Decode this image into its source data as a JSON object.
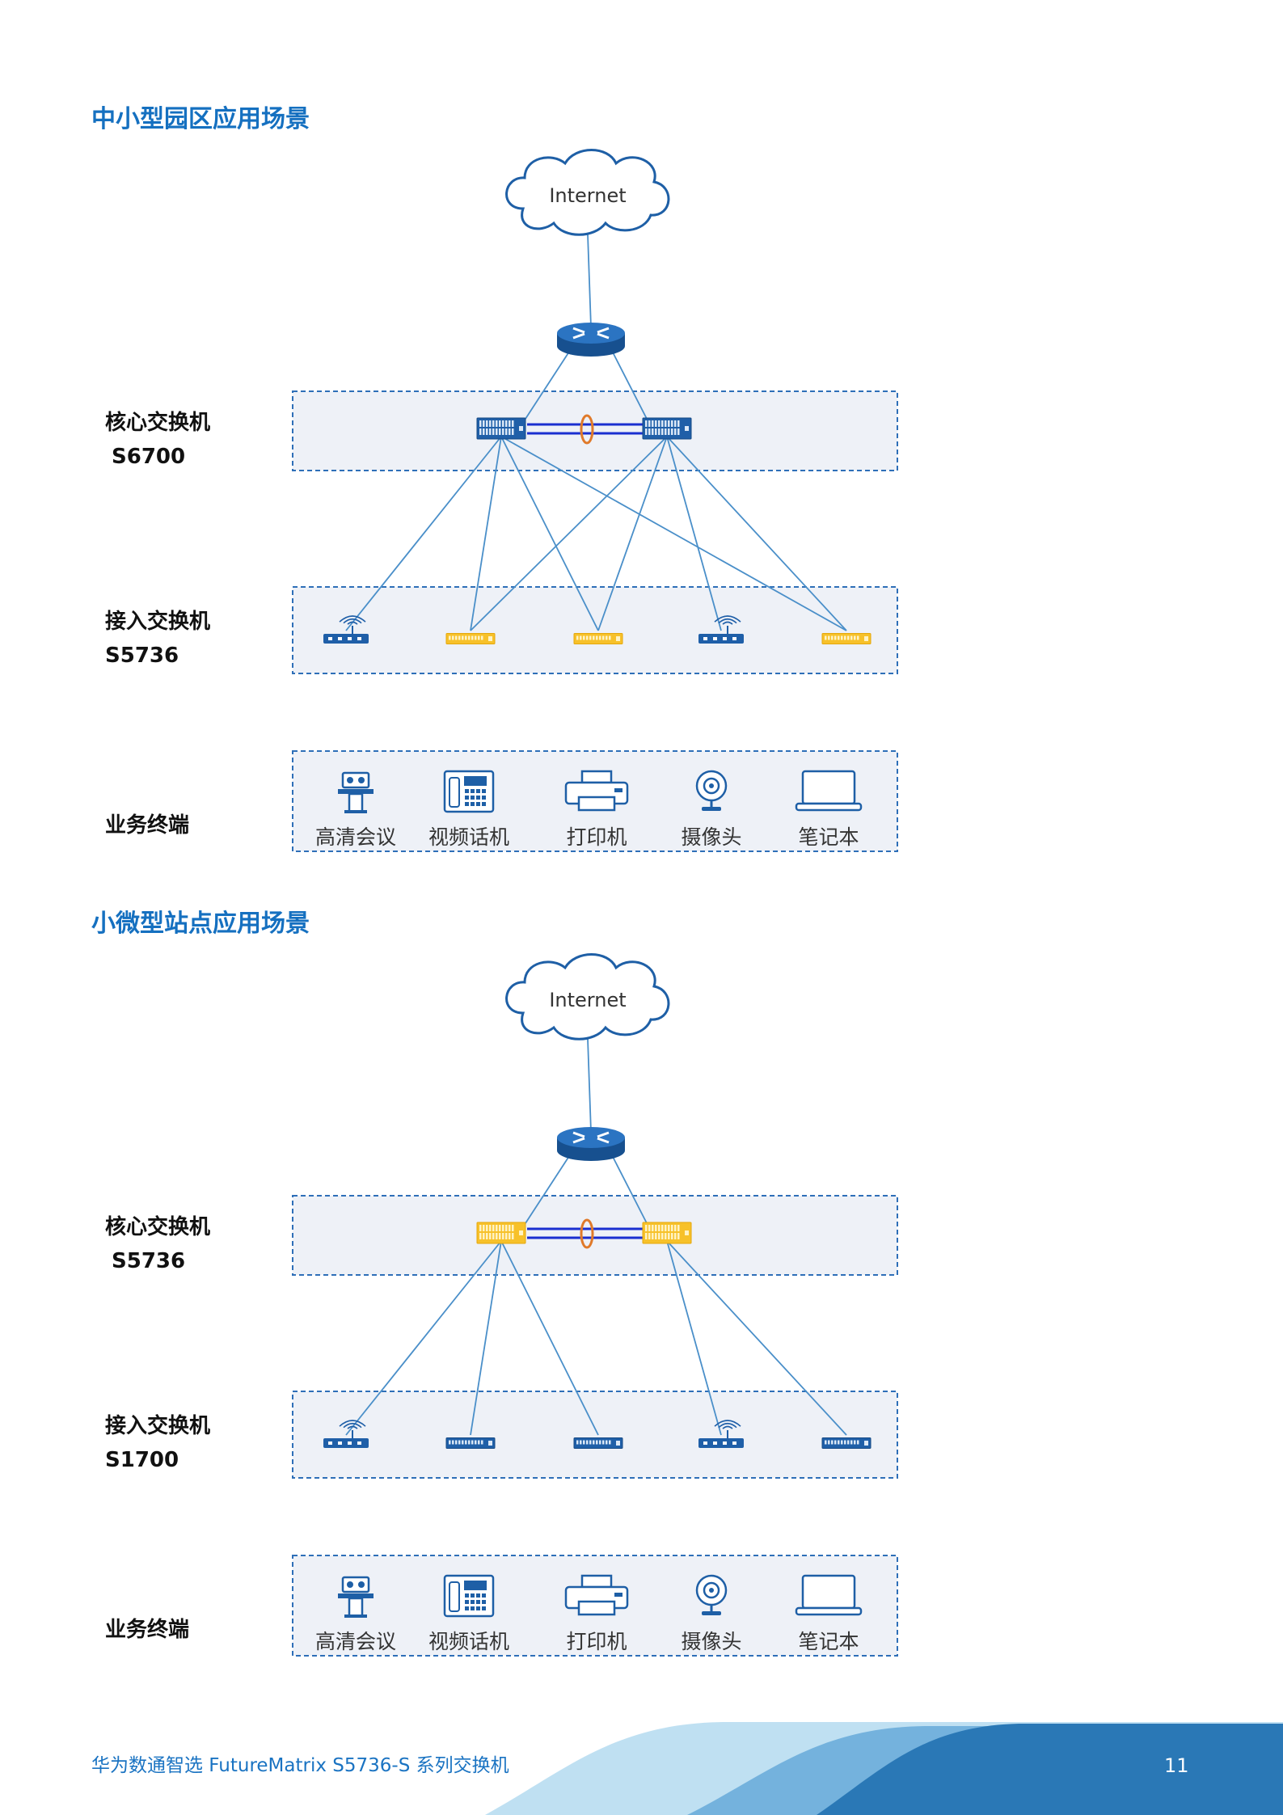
{
  "scenarios": [
    {
      "title": "中小型园区应用场景",
      "cloud_label": "Internet",
      "core": {
        "label": "核心交换机",
        "model": "S6700",
        "switch_color": "blue"
      },
      "access": {
        "label": "接入交换机",
        "model": "S5736",
        "devices": [
          "ap",
          "switch",
          "switch",
          "ap",
          "switch"
        ],
        "switch_color": "yellow"
      },
      "terminals": {
        "label": "业务终端",
        "items": [
          "高清会议",
          "视频话机",
          "打印机",
          "摄像头",
          "笔记本"
        ]
      }
    },
    {
      "title": "小微型站点应用场景",
      "cloud_label": "Internet",
      "core": {
        "label": "核心交换机",
        "model": "S5736",
        "switch_color": "yellow"
      },
      "access": {
        "label": "接入交换机",
        "model": "S1700",
        "devices": [
          "ap",
          "switch",
          "switch",
          "ap",
          "switch"
        ],
        "switch_color": "blue"
      },
      "terminals": {
        "label": "业务终端",
        "items": [
          "高清会议",
          "视频话机",
          "打印机",
          "摄像头",
          "笔记本"
        ]
      }
    }
  ],
  "footer": {
    "text": "华为数通智选  FutureMatrix S5736-S 系列交换机",
    "page": "11"
  },
  "colors": {
    "title": "#1570c0",
    "link": "#4a8fc9",
    "zone_border": "#2e6fb8",
    "zone_fill": "#eef1f7",
    "blue_switch": "#1f5fa8",
    "yellow_switch": "#f7c12a",
    "stack": "#c0651c",
    "footer_band": "#2a78b6"
  }
}
